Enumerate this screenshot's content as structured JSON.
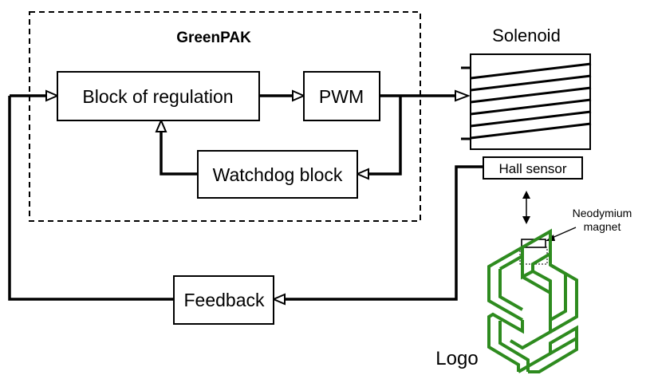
{
  "group": {
    "title": "GreenPAK"
  },
  "blocks": {
    "regulation": "Block of regulation",
    "pwm": "PWM",
    "watchdog": "Watchdog block",
    "feedback": "Feedback"
  },
  "solenoid": {
    "label": "Solenoid"
  },
  "hall_sensor": {
    "label": "Hall sensor"
  },
  "magnet": {
    "label_line1": "Neodymium",
    "label_line2": "magnet"
  },
  "logo": {
    "label": "Logo"
  },
  "colors": {
    "logo_green": "#2e8b1f",
    "line": "#000000"
  }
}
